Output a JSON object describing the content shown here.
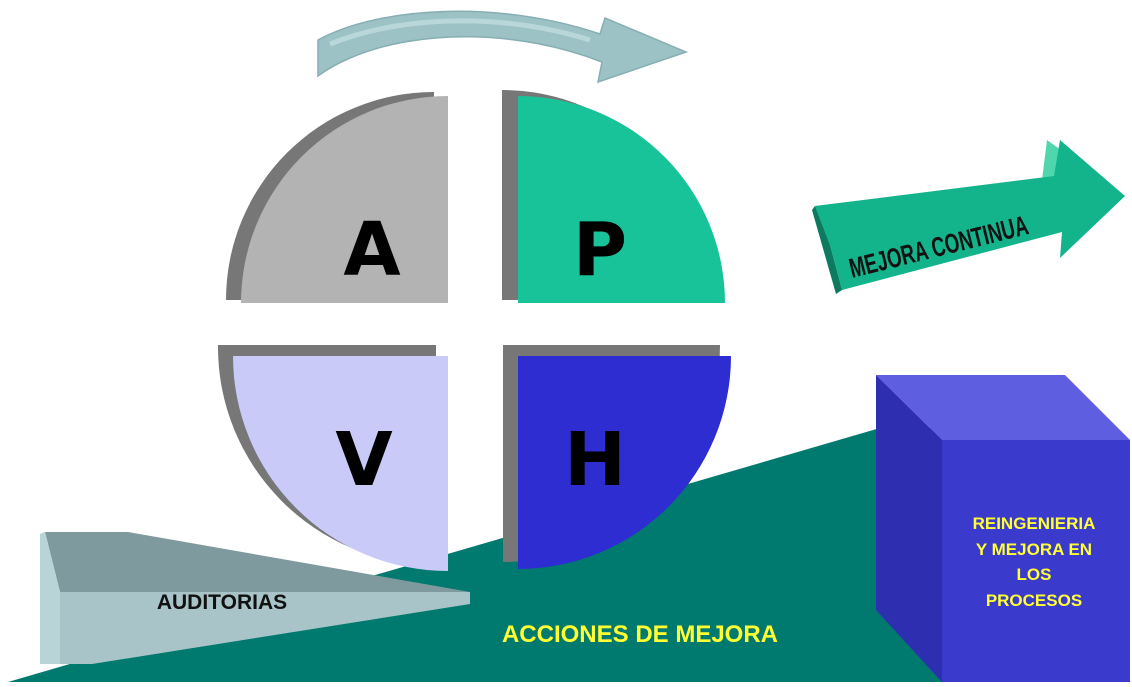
{
  "diagram": {
    "quadrants": {
      "a": {
        "letter": "A",
        "color": "#b3b3b3"
      },
      "p": {
        "letter": "P",
        "color": "#19c39a"
      },
      "v": {
        "letter": "V",
        "color": "#cacaf8"
      },
      "h": {
        "letter": "H",
        "color": "#2d2dd2"
      }
    },
    "ramp": {
      "label": "ACCIONES DE MEJORA",
      "color": "#007a6e"
    },
    "audit_box": {
      "label": "AUDITORIAS",
      "color": "#a8c4c8"
    },
    "reengineering_box": {
      "lines": [
        "REINGENIERIA",
        "Y MEJORA EN",
        "LOS",
        "PROCESOS"
      ],
      "color": "#3a3acc"
    },
    "continuous_arrow": {
      "label": "MEJORA CONTINUA",
      "color": "#13b48c"
    },
    "cycle_arrow": {
      "color": "#9cc2c6"
    }
  }
}
